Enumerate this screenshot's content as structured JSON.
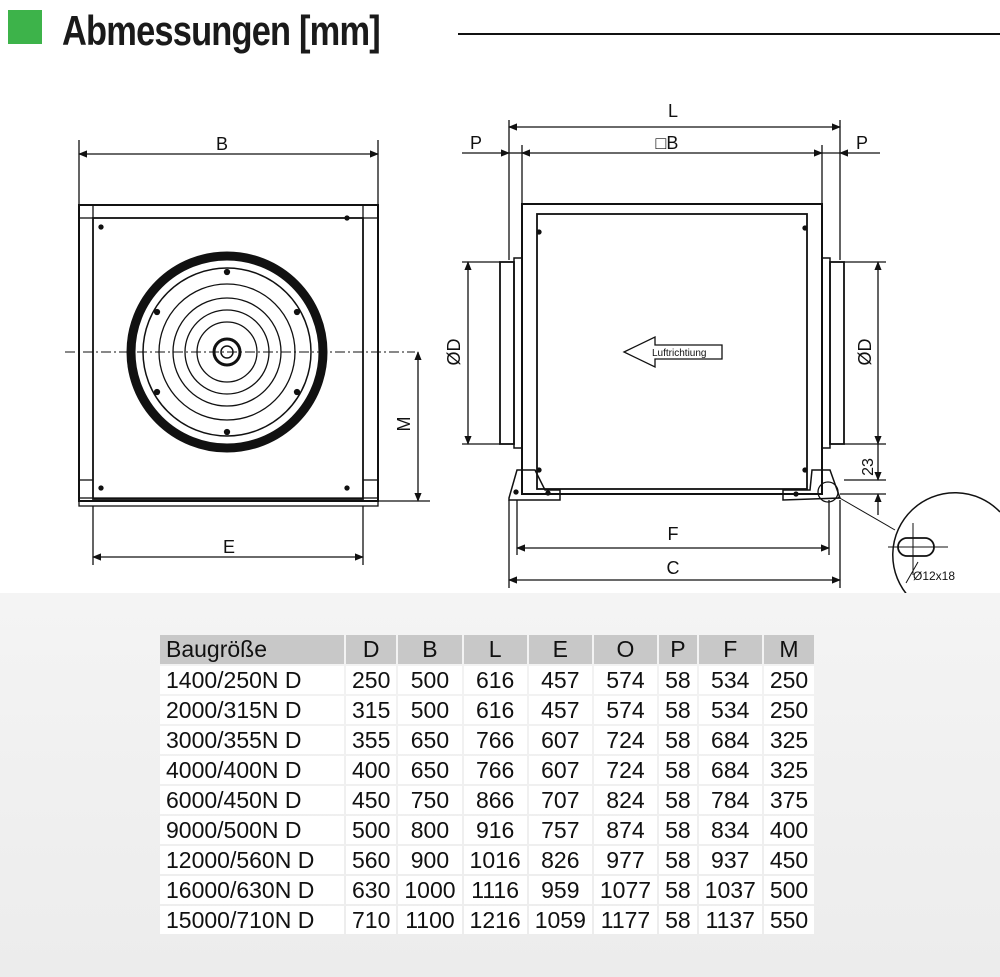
{
  "header": {
    "title": "Abmessungen [mm]",
    "accent_color": "#3db34a"
  },
  "drawing": {
    "labels": {
      "b_left": "B",
      "e": "E",
      "m": "M",
      "l": "L",
      "p_left": "P",
      "p_right": "P",
      "b_square": "□B",
      "d_left": "ØD",
      "d_right": "ØD",
      "f": "F",
      "c": "C",
      "h23": "23",
      "airflow": "Luftrichtiung",
      "hole": "Ø12x18"
    }
  },
  "table": {
    "columns": [
      "Baugröße",
      "D",
      "B",
      "L",
      "E",
      "O",
      "P",
      "F",
      "M"
    ],
    "rows": [
      [
        "1400/250N D",
        "250",
        "500",
        "616",
        "457",
        "574",
        "58",
        "534",
        "250"
      ],
      [
        "2000/315N D",
        "315",
        "500",
        "616",
        "457",
        "574",
        "58",
        "534",
        "250"
      ],
      [
        "3000/355N D",
        "355",
        "650",
        "766",
        "607",
        "724",
        "58",
        "684",
        "325"
      ],
      [
        "4000/400N D",
        "400",
        "650",
        "766",
        "607",
        "724",
        "58",
        "684",
        "325"
      ],
      [
        "6000/450N D",
        "450",
        "750",
        "866",
        "707",
        "824",
        "58",
        "784",
        "375"
      ],
      [
        "9000/500N D",
        "500",
        "800",
        "916",
        "757",
        "874",
        "58",
        "834",
        "400"
      ],
      [
        "12000/560N D",
        "560",
        "900",
        "1016",
        "826",
        "977",
        "58",
        "937",
        "450"
      ],
      [
        "16000/630N D",
        "630",
        "1000",
        "1116",
        "959",
        "1077",
        "58",
        "1037",
        "500"
      ],
      [
        "15000/710N D",
        "710",
        "1100",
        "1216",
        "1059",
        "1177",
        "58",
        "1137",
        "550"
      ]
    ]
  }
}
